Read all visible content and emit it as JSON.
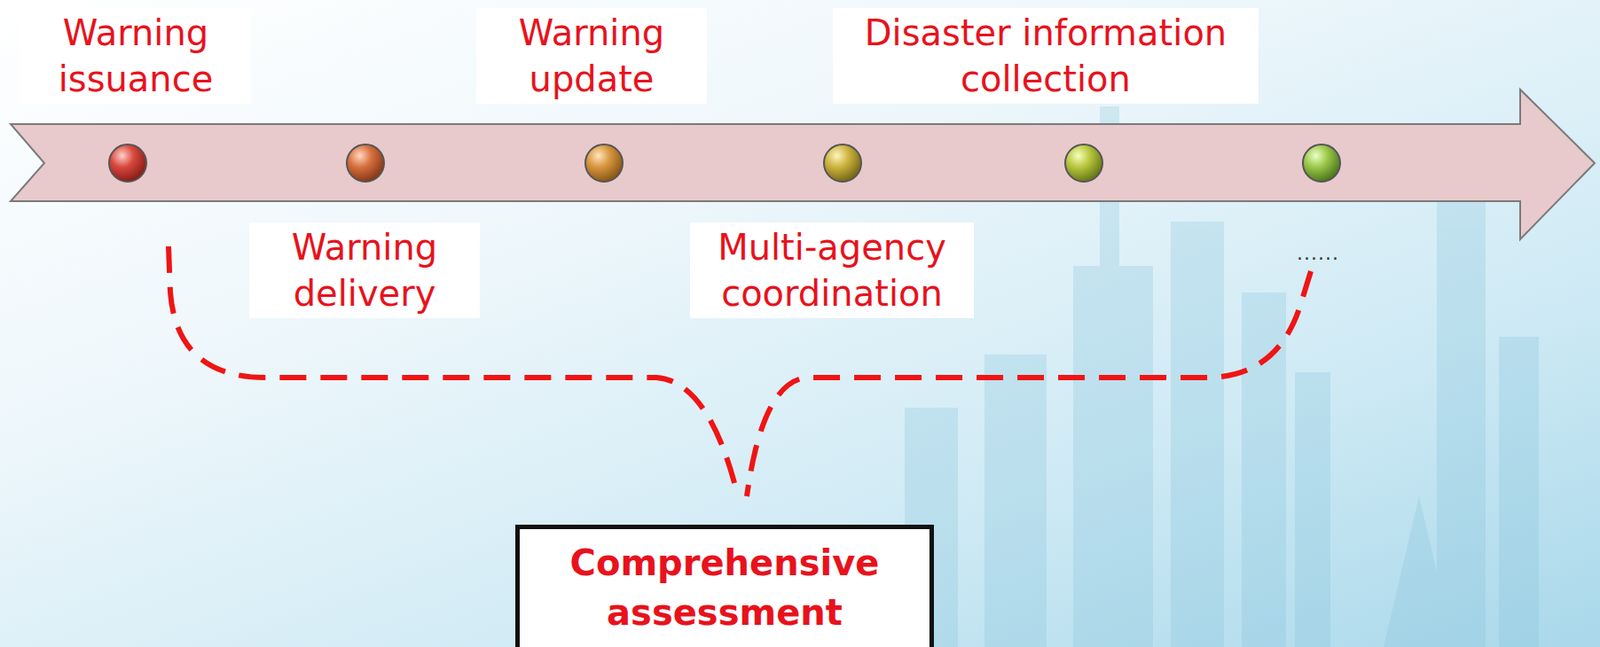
{
  "diagram": {
    "nodes": [
      {
        "text": [
          "Warning issuance"
        ]
      },
      {
        "text": [
          "Warning delivery"
        ]
      },
      {
        "text": [
          "Warning update"
        ]
      },
      {
        "text": [
          "Multi-agency coordination"
        ]
      },
      {
        "text": [
          "Disaster information collection"
        ]
      },
      {
        "text": [
          "Comprehensive assessment"
        ]
      }
    ],
    "labels": [
      "......"
    ]
  }
}
